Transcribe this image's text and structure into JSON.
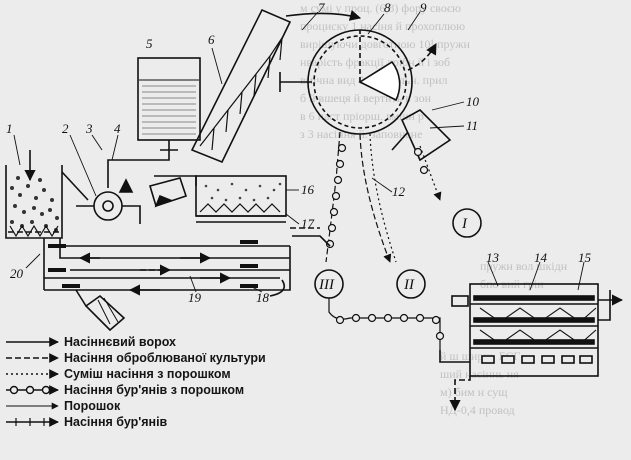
{
  "labels": {
    "n1": "1",
    "n2": "2",
    "n3": "3",
    "n4": "4",
    "n5": "5",
    "n6": "6",
    "n7": "7",
    "n8": "8",
    "n9": "9",
    "n10": "10",
    "n11": "11",
    "n12": "12",
    "n13": "13",
    "n14": "14",
    "n15": "15",
    "n16": "16",
    "n17": "17",
    "n18": "18",
    "n19": "19",
    "n20": "20",
    "r1": "I",
    "r2": "II",
    "r3": "III"
  },
  "legend": [
    "Насіннєвий ворох",
    "Насіння оброблюваної культури",
    "Суміш насіння з порошком",
    "Насіння бур'янів з порошком",
    "Порошок",
    "Насіння бур'янів"
  ],
  "colors": {
    "ink": "#111111",
    "paper": "#ececec"
  }
}
